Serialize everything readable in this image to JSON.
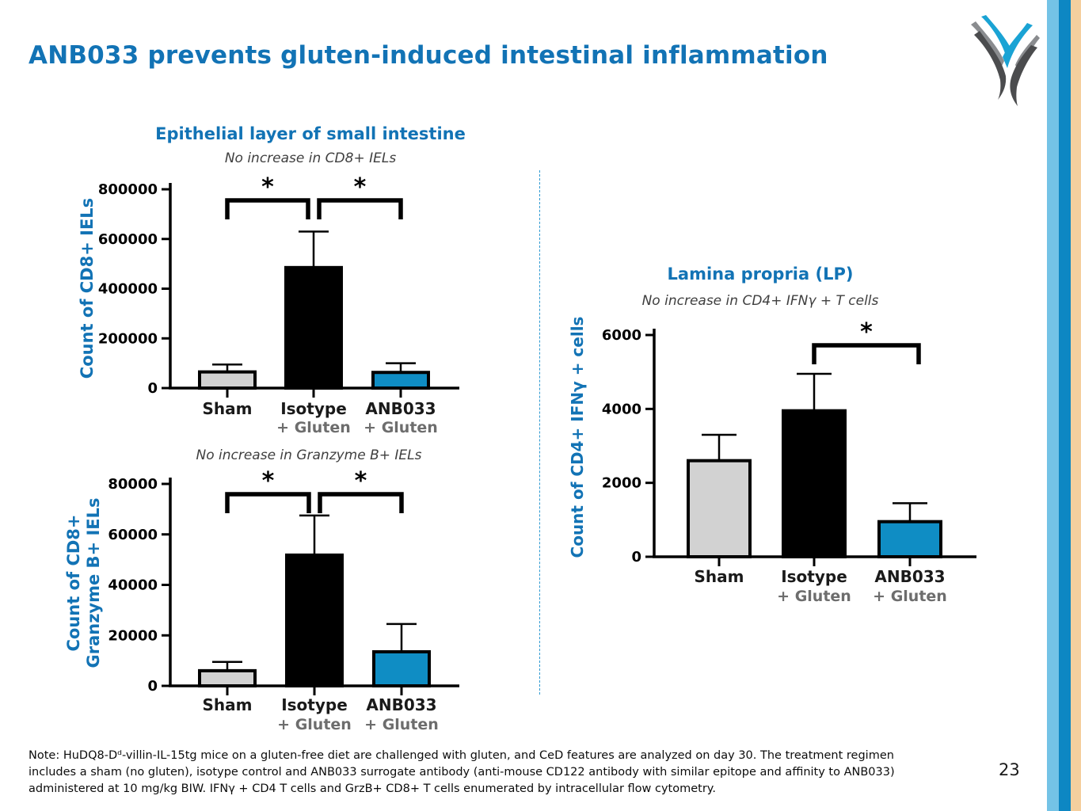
{
  "slide": {
    "title": "ANB033 prevents gluten-induced intestinal inflammation",
    "page_number": "23",
    "note_lines": [
      "Note: HuDQ8-Dᵈ-villin-IL-15tg mice on a gluten-free diet are challenged with gluten, and CeD features are analyzed on day 30. The treatment regimen",
      "includes a sham (no gluten), isotype control and ANB033 surrogate antibody (anti-mouse CD122 antibody with similar epitope and affinity to ANB033)",
      "administered at 10 mg/kg BIW. IFNγ + CD4 T cells and GrzB+ CD8+ T cells enumerated by intracellular flow cytometry."
    ],
    "logo_name": "anaveon-wing-logo"
  },
  "colors": {
    "accent_blue": "#1273b5",
    "bar_gray": "#d2d2d2",
    "bar_black": "#000000",
    "bar_blue": "#0f8dc4",
    "divider_blue": "#2f9ad2",
    "stripe_light_blue": "#74c3e6",
    "stripe_dark_blue": "#0d87c3",
    "stripe_tan": "#f5cf9e",
    "logo_cyan": "#1aa3d4",
    "logo_gray": "#8a8c8f",
    "logo_dark_gray": "#4b4c4e"
  },
  "chart_data": [
    {
      "type": "bar",
      "title": "Epithelial layer of small intestine",
      "subtitle": "No increase in CD8+ IELs",
      "ylabel": "Count of CD8+ IELs",
      "ylabel_lines": [
        "Count of CD8+ IELs"
      ],
      "categories": [
        "Sham",
        "Isotype + Gluten",
        "ANB033 + Gluten"
      ],
      "category_lines": [
        [
          "Sham"
        ],
        [
          "Isotype",
          "+ Gluten"
        ],
        [
          "ANB033",
          "+ Gluten"
        ]
      ],
      "values": [
        65000,
        485000,
        63000
      ],
      "errors_upper": [
        95000,
        630000,
        100000
      ],
      "bar_colors": [
        "#d2d2d2",
        "#000000",
        "#0f8dc4"
      ],
      "ylim": [
        0,
        800000
      ],
      "yticks": [
        0,
        200000,
        400000,
        600000,
        800000
      ],
      "grid": false,
      "legend": "none",
      "significance": [
        {
          "between": [
            0,
            1
          ],
          "label": "*"
        },
        {
          "between": [
            1,
            2
          ],
          "label": "*"
        }
      ]
    },
    {
      "type": "bar",
      "title": "",
      "subtitle": "No increase in Granzyme B+ IELs",
      "ylabel": "Count of CD8+ Granzyme B+ IELs",
      "ylabel_lines": [
        "Count of CD8+",
        "Granzyme B+ IELs"
      ],
      "categories": [
        "Sham",
        "Isotype + Gluten",
        "ANB033 + Gluten"
      ],
      "category_lines": [
        [
          "Sham"
        ],
        [
          "Isotype",
          "+ Gluten"
        ],
        [
          "ANB033",
          "+ Gluten"
        ]
      ],
      "values": [
        6000,
        51800,
        13500
      ],
      "errors_upper": [
        9500,
        67500,
        24500
      ],
      "bar_colors": [
        "#d2d2d2",
        "#000000",
        "#0f8dc4"
      ],
      "ylim": [
        0,
        80000
      ],
      "yticks": [
        0,
        20000,
        40000,
        60000,
        80000
      ],
      "grid": false,
      "legend": "none",
      "significance": [
        {
          "between": [
            0,
            1
          ],
          "label": "*"
        },
        {
          "between": [
            1,
            2
          ],
          "label": "*"
        }
      ]
    },
    {
      "type": "bar",
      "title": "Lamina propria (LP)",
      "subtitle": "No increase in CD4+ IFNγ + T cells",
      "ylabel": "Count of CD4+ IFNγ + cells",
      "ylabel_lines": [
        "Count of CD4+ IFNγ + cells"
      ],
      "categories": [
        "Sham",
        "Isotype + Gluten",
        "ANB033 + Gluten"
      ],
      "category_lines": [
        [
          "Sham"
        ],
        [
          "Isotype",
          "+ Gluten"
        ],
        [
          "ANB033",
          "+ Gluten"
        ]
      ],
      "values": [
        2600,
        3950,
        950
      ],
      "errors_upper": [
        3300,
        4950,
        1450
      ],
      "bar_colors": [
        "#d2d2d2",
        "#000000",
        "#0f8dc4"
      ],
      "ylim": [
        0,
        6000
      ],
      "yticks": [
        0,
        2000,
        4000,
        6000
      ],
      "grid": false,
      "legend": "none",
      "significance": [
        {
          "between": [
            1,
            2
          ],
          "label": "*"
        }
      ]
    }
  ]
}
